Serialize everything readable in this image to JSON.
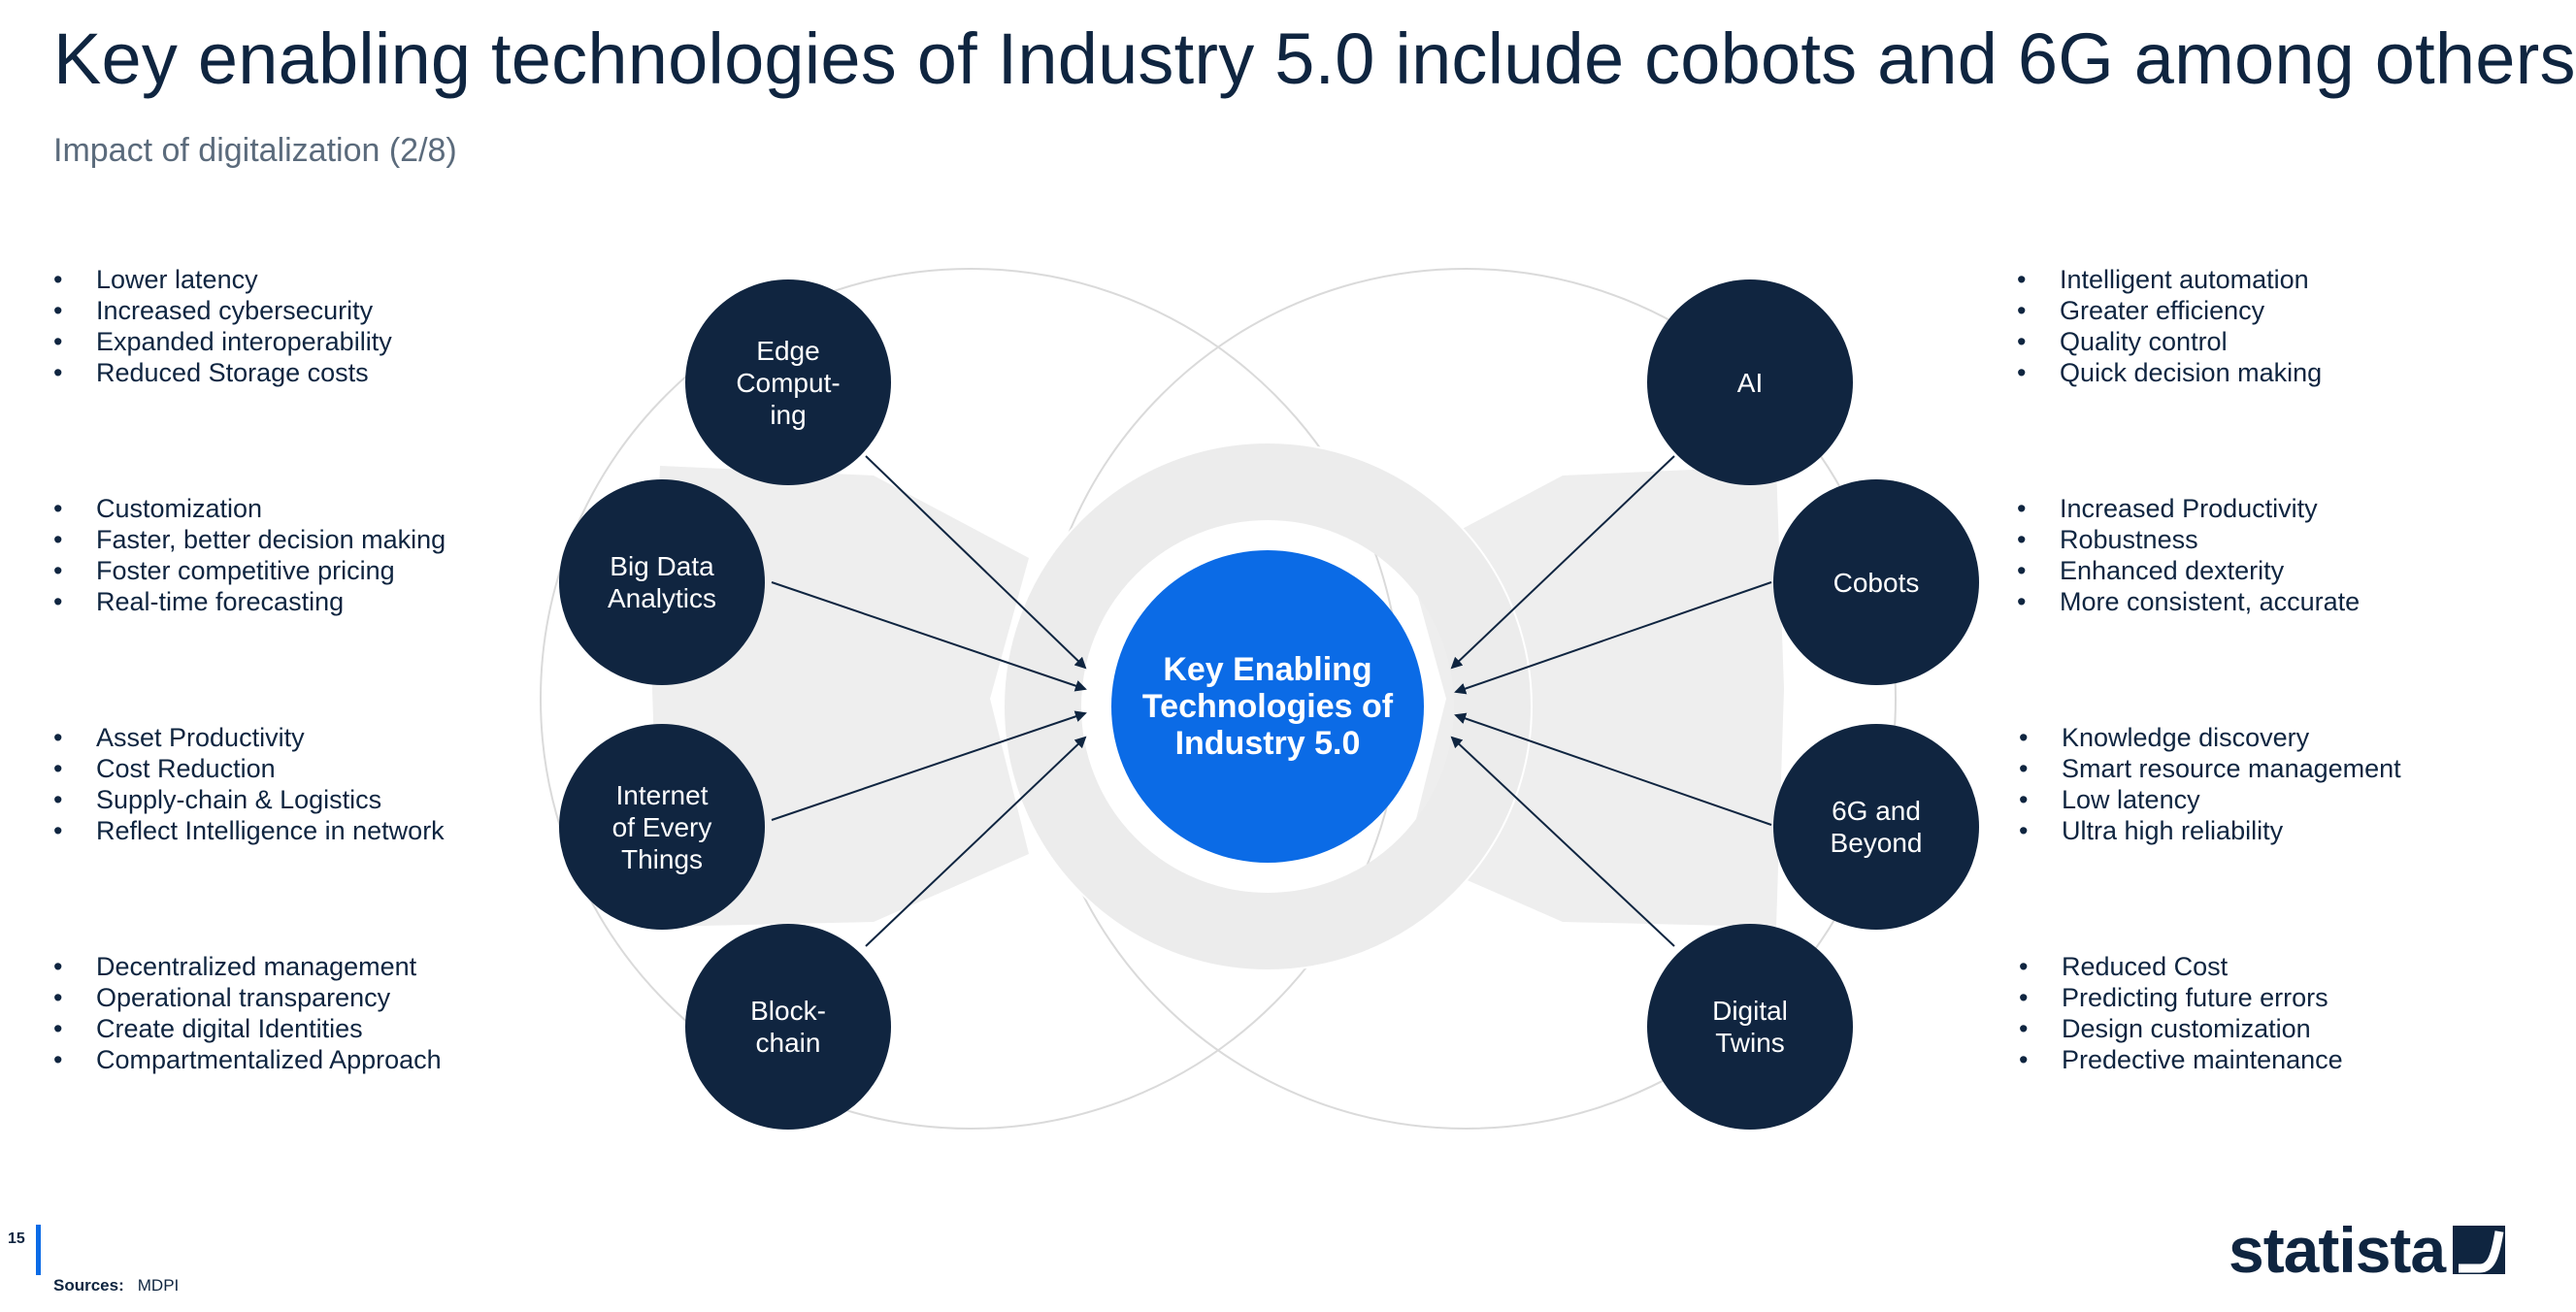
{
  "header": {
    "title": "Key enabling technologies of Industry 5.0 include cobots and 6G among others",
    "subtitle": "Impact of digitalization (2/8)"
  },
  "center": {
    "label": "Key Enabling\nTechnologies of\nIndustry 5.0",
    "color": "#0b6be6"
  },
  "node_color": "#102540",
  "nodes": {
    "edge_computing": "Edge\nComput-\ning",
    "big_data": "Big Data\nAnalytics",
    "iot": "Internet\nof Every\nThings",
    "blockchain": "Block-\nchain",
    "ai": "AI",
    "cobots": "Cobots",
    "six_g": "6G and\nBeyond",
    "digital_twins": "Digital\nTwins"
  },
  "benefits": {
    "edge_computing": [
      "Lower latency",
      "Increased cybersecurity",
      "Expanded interoperability",
      "Reduced Storage costs"
    ],
    "big_data": [
      "Customization",
      "Faster, better decision making",
      "Foster competitive pricing",
      "Real-time forecasting"
    ],
    "iot": [
      "Asset Productivity",
      "Cost Reduction",
      "Supply-chain & Logistics",
      "Reflect Intelligence in network"
    ],
    "blockchain": [
      "Decentralized management",
      "Operational transparency",
      "Create digital Identities",
      "Compartmentalized Approach"
    ],
    "ai": [
      "Intelligent automation",
      "Greater efficiency",
      "Quality control",
      "Quick decision making"
    ],
    "cobots": [
      "Increased Productivity",
      "Robustness",
      "Enhanced  dexterity",
      "More consistent, accurate"
    ],
    "six_g": [
      "Knowledge discovery",
      "Smart resource management",
      "Low latency",
      "Ultra high reliability"
    ],
    "digital_twins": [
      "Reduced Cost",
      "Predicting future errors",
      "Design customization",
      "Predective maintenance"
    ]
  },
  "footer": {
    "page_number": "15",
    "sources_label": "Sources:",
    "sources_value": "MDPI",
    "logo": "statista",
    "accent_color": "#0b6be6"
  }
}
